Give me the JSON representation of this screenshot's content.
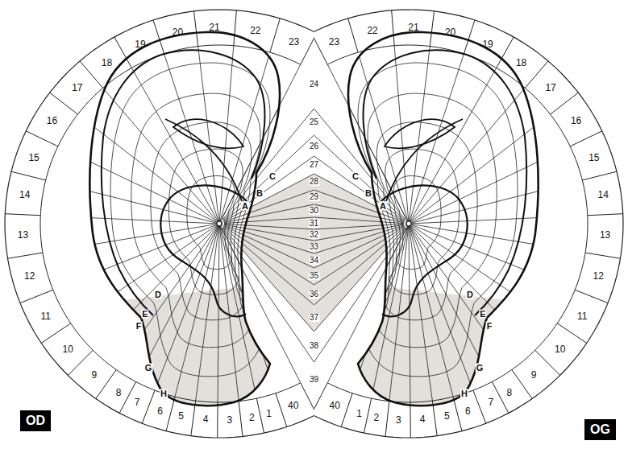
{
  "diagram": {
    "nodes": [
      {
        "text": [
          "OD"
        ]
      },
      {
        "text": [
          "OG"
        ]
      }
    ],
    "labels": [
      "1",
      "2",
      "3",
      "4",
      "5",
      "6",
      "7",
      "8",
      "9",
      "10",
      "11",
      "12",
      "13",
      "14",
      "15",
      "16",
      "17",
      "18",
      "19",
      "20",
      "21",
      "22",
      "23",
      "40",
      "24",
      "25",
      "26",
      "27",
      "28",
      "29",
      "30",
      "31",
      "32",
      "33",
      "34",
      "35",
      "36",
      "37",
      "38",
      "39",
      "1",
      "2",
      "3",
      "4",
      "5",
      "6",
      "7",
      "8",
      "9",
      "10",
      "11",
      "12",
      "13",
      "14",
      "15",
      "16",
      "17",
      "18",
      "19",
      "20",
      "21",
      "22",
      "23",
      "40",
      "A",
      "B",
      "C",
      "D",
      "E",
      "F",
      "G",
      "H",
      "A",
      "B",
      "C",
      "D",
      "E",
      "F",
      "G",
      "H"
    ]
  }
}
